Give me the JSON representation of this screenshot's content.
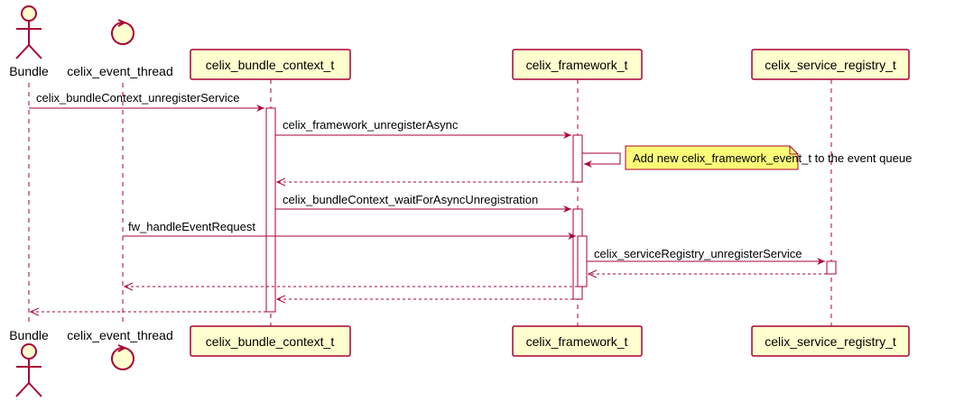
{
  "colors": {
    "arrow": "#A80036",
    "participant_fill": "#FEFECE",
    "participant_stroke": "#A80036",
    "note_fill": "#FBFB77",
    "lifeline": "#A80036"
  },
  "participants": [
    {
      "id": "bundle",
      "label": "Bundle",
      "kind": "actor",
      "icon": "actor-icon"
    },
    {
      "id": "event_thread",
      "label": "celix_event_thread",
      "kind": "control",
      "icon": "control-icon"
    },
    {
      "id": "bundle_context",
      "label": "celix_bundle_context_t",
      "kind": "participant"
    },
    {
      "id": "framework",
      "label": "celix_framework_t",
      "kind": "participant"
    },
    {
      "id": "service_registry",
      "label": "celix_service_registry_t",
      "kind": "participant"
    }
  ],
  "messages": [
    {
      "from": "bundle",
      "to": "bundle_context",
      "label": "celix_bundleContext_unregisterService",
      "style": "sync"
    },
    {
      "from": "bundle_context",
      "to": "framework",
      "label": "celix_framework_unregisterAsync",
      "style": "sync"
    },
    {
      "from": "framework",
      "to": "framework",
      "label": "",
      "style": "self"
    },
    {
      "from": "framework",
      "to": "bundle_context",
      "label": "",
      "style": "return"
    },
    {
      "from": "bundle_context",
      "to": "framework",
      "label": "celix_bundleContext_waitForAsyncUnregistration",
      "style": "sync"
    },
    {
      "from": "event_thread",
      "to": "framework",
      "label": "fw_handleEventRequest",
      "style": "sync"
    },
    {
      "from": "framework",
      "to": "service_registry",
      "label": "celix_serviceRegistry_unregisterService",
      "style": "sync"
    },
    {
      "from": "service_registry",
      "to": "framework",
      "label": "",
      "style": "return"
    },
    {
      "from": "framework",
      "to": "event_thread",
      "label": "",
      "style": "return"
    },
    {
      "from": "framework",
      "to": "bundle_context",
      "label": "",
      "style": "return"
    },
    {
      "from": "bundle_context",
      "to": "bundle",
      "label": "",
      "style": "return"
    }
  ],
  "notes": [
    {
      "text": "Add new celix_framework_event_t to the event queue",
      "attached_to": "framework"
    }
  ]
}
